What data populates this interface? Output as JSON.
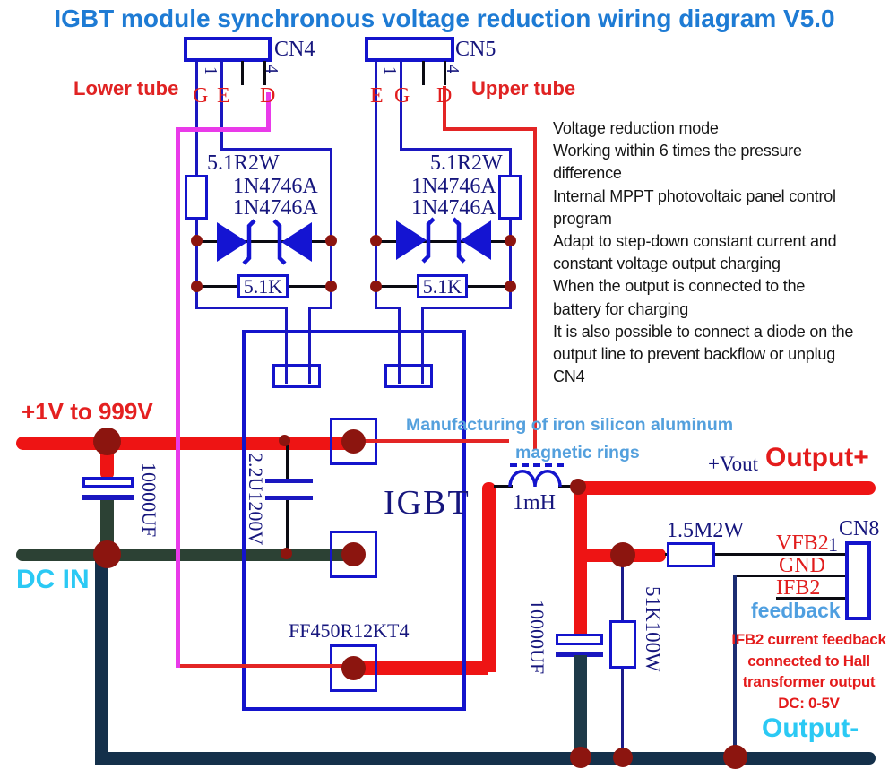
{
  "title": "IGBT module synchronous voltage reduction wiring diagram V5.0",
  "tubes": {
    "lower": "Lower tube",
    "upper": "Upper tube"
  },
  "connectors": {
    "cn4": {
      "name": "CN4",
      "pin1": "1",
      "pin4": "4",
      "pinA": "G",
      "pinB": "E",
      "pinD": "D"
    },
    "cn5": {
      "name": "CN5",
      "pin1": "1",
      "pin4": "4",
      "pinA": "E",
      "pinB": "G",
      "pinD": "D"
    },
    "cn8": {
      "name": "CN8",
      "pin1": "1",
      "vfb2": "VFB2",
      "gnd": "GND",
      "ifb2": "IFB2",
      "feedback": "feedback"
    }
  },
  "gate_left": {
    "r_gate": "5.1R2W",
    "zener_a": "1N4746A",
    "zener_b": "1N4746A",
    "r_ge": "5.1K"
  },
  "gate_right": {
    "r_gate": "5.1R2W",
    "zener_a": "1N4746A",
    "zener_b": "1N4746A",
    "r_ge": "5.1K"
  },
  "igbt": {
    "label": "IGBT",
    "part_number": "FF450R12KT4"
  },
  "input": {
    "voltage_range": "+1V to 999V",
    "dc_in": "DC IN",
    "bulk_cap": "10000UF",
    "snubber_cap": "2.2U1200V"
  },
  "output": {
    "core_note_line1": "Manufacturing of iron silicon aluminum",
    "core_note_line2": "magnetic rings",
    "inductor_value": "1mH",
    "vout_label": "+Vout",
    "output_plus": "Output+",
    "output_minus": "Output-",
    "out_cap": "10000UF",
    "bleeder_resistor": "51K100W"
  },
  "feedback": {
    "divider_resistor": "1.5M2W",
    "note_lines": [
      "IFB2 current feedback",
      "connected to Hall",
      "transformer output",
      "DC: 0-5V"
    ]
  },
  "notes_lines": [
    "Voltage reduction mode",
    "Working within 6 times the pressure",
    "difference",
    "Internal MPPT photovoltaic panel control",
    "program",
    "Adapt to step-down constant current and",
    "constant voltage output charging",
    "When the output is connected to the",
    "battery for charging",
    "It is also possible to connect a diode on the",
    "output line to prevent backflow or unplug",
    "CN4"
  ],
  "colors": {
    "title_blue": "#1e7bd4",
    "wire_blue": "#1414cc",
    "label_navy": "#16167d",
    "label_red": "#e11d1d",
    "thick_red": "#ee1414",
    "magenta": "#e93ae9",
    "dark_green": "#2c4134",
    "navy_bus": "#14304a",
    "cyan": "#2bc9f4",
    "light_blue": "#54a0dd",
    "junction_maroon": "#8c150f"
  }
}
